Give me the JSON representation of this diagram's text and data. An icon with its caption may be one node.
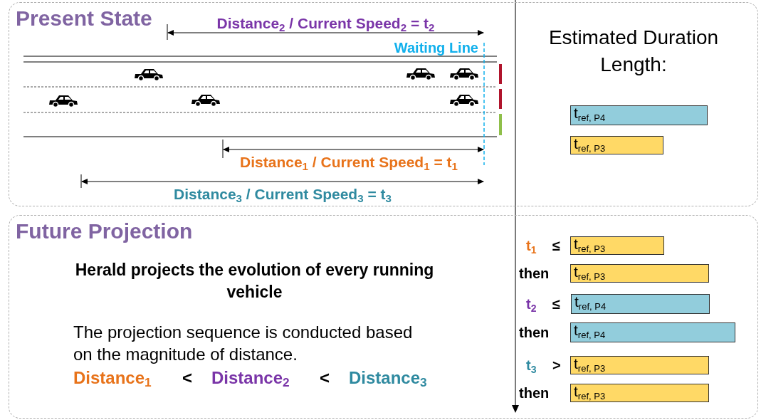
{
  "diagram": {
    "nodes": [
      {
        "text": [
          "Present State"
        ]
      },
      {
        "text": [
          "Future Projection"
        ]
      },
      {
        "text": [
          "t$_{ref, P4}$"
        ],
        "in": 0
      },
      {
        "text": [
          "t$_{ref, P3}$"
        ],
        "in": 0
      },
      {
        "text": [
          "t$_{ref, P3}$"
        ],
        "in": 1,
        "beside": [
          "t$_{1}$",
          "≤"
        ]
      },
      {
        "text": [
          "t$_{ref, P3}$"
        ],
        "in": 1,
        "beside": [
          "then"
        ]
      },
      {
        "text": [
          "t$_{ref, P4}$"
        ],
        "in": 1,
        "beside": [
          "t$_{2}$",
          "≤"
        ]
      },
      {
        "text": [
          "t$_{ref, P4}$"
        ],
        "in": 1,
        "beside": [
          "then"
        ]
      },
      {
        "text": [
          "t$_{ref, P3}$"
        ],
        "in": 1,
        "beside": [
          "t$_{3}$",
          ">"
        ]
      },
      {
        "text": [
          "t$_{ref, P3}$"
        ],
        "in": 1,
        "beside": [
          "then"
        ]
      }
    ],
    "edges": [],
    "labels": [
      "Distance$_{2}$ / Current Speed$_{2}$ = t$_{2}$",
      "Waiting Line",
      "Estimated Duration Length:",
      "Distance$_{1}$ / Current Speed$_{1}$ = t$_{1}$",
      "Distance$_{3}$ / Current Speed$_{3}$ = t$_{3}$",
      "Herald projects the evolution of every running vehicle",
      "The projection sequence is conducted based on the magnitude of distance.",
      "Distance$_{1}$",
      "<",
      "Distance$_{2}$",
      "<",
      "Distance$_{3}$"
    ]
  }
}
